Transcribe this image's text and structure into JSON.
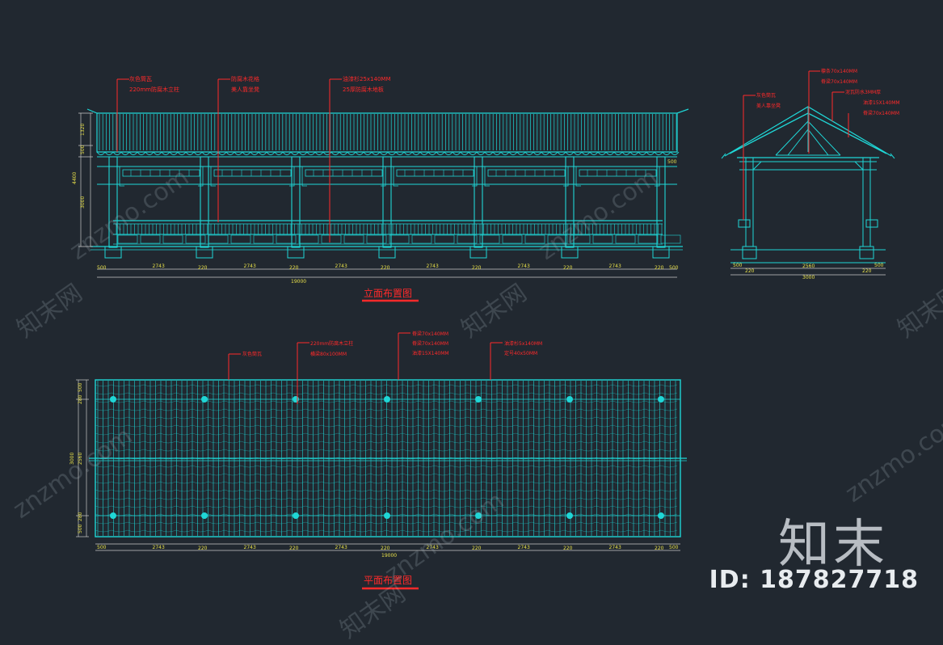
{
  "titles": {
    "elevation": "立面布置图",
    "plan": "平面布置图"
  },
  "elevation_labels": [
    "灰色筒瓦",
    "220mm防腐木立柱",
    "防腐木花格",
    "美人靠坐凳",
    "油漆杉25x140MM",
    "25厚防腐木地板"
  ],
  "side_labels": [
    "檩条70x140MM",
    "脊梁70x140MM",
    "灰色筒瓦",
    "美人靠坐凳",
    "泥瓦防水3MM厚",
    "油漆15X140MM",
    "脊梁70x140MM"
  ],
  "plan_labels": [
    "灰色筒瓦",
    "220mm防腐木立柱",
    "横梁80x100MM",
    "脊梁70x140MM",
    "脊梁70x140MM",
    "油漆15X140MM",
    "油漆杉5x140MM",
    "定号40x50MM"
  ],
  "dims": {
    "edge": "500",
    "col": "220",
    "span": "2743",
    "total": "19000",
    "side_span": "2560",
    "side_total": "3000",
    "h1": "1320",
    "h2": "500",
    "h3": "3000",
    "h4": "4400",
    "p1": "280",
    "p2": "500",
    "p3": "3000",
    "p4": "2560",
    "base": "500"
  },
  "watermark": {
    "brand": "知末",
    "id": "ID: 187827718",
    "site": "znzmo.com",
    "site_cn": "知末网"
  },
  "colors": {
    "background": "#212830",
    "line": "#1fd6d6",
    "annotation": "#ff2a2a",
    "dimension": "#e8e04a"
  }
}
